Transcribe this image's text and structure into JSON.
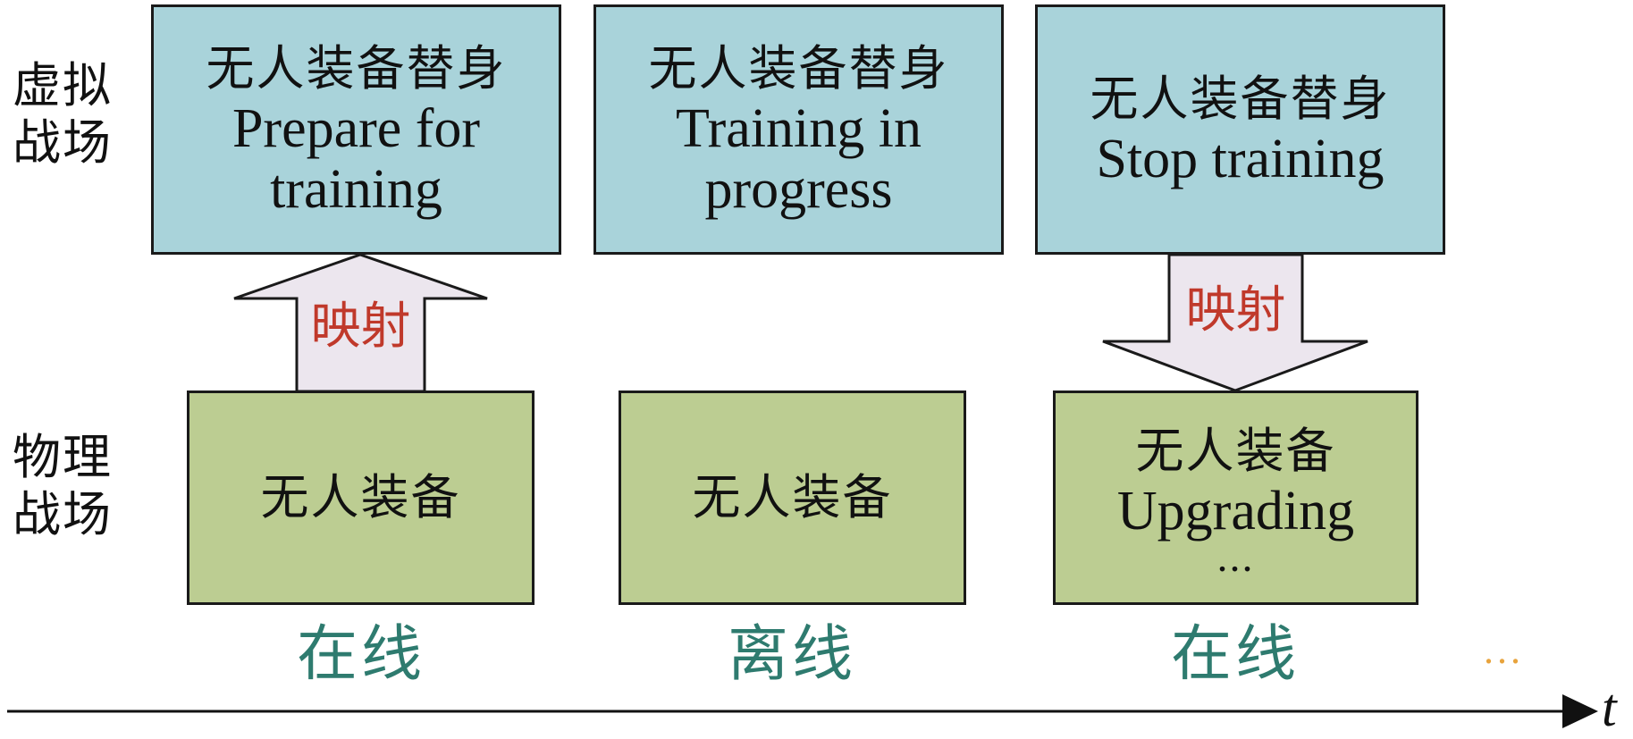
{
  "rows": {
    "virtual_label": [
      "虚拟",
      "战场"
    ],
    "physical_label": [
      "物理",
      "战场"
    ]
  },
  "columns": [
    {
      "virtual_box": {
        "cn": "无人装备替身",
        "en": [
          "Prepare for",
          "training"
        ]
      },
      "physical_box": {
        "cn": "无人装备",
        "en": [],
        "ellipsis": ""
      },
      "mapping": {
        "direction": "up",
        "label": "映射"
      },
      "status": "在线"
    },
    {
      "virtual_box": {
        "cn": "无人装备替身",
        "en": [
          "Training in",
          "progress"
        ]
      },
      "physical_box": {
        "cn": "无人装备",
        "en": [],
        "ellipsis": ""
      },
      "mapping": null,
      "status": "离线"
    },
    {
      "virtual_box": {
        "cn": "无人装备替身",
        "en": [
          "Stop training"
        ]
      },
      "physical_box": {
        "cn": "无人装备",
        "en": [
          "Upgrading"
        ],
        "ellipsis": "..."
      },
      "mapping": {
        "direction": "down",
        "label": "映射"
      },
      "status": "在线"
    }
  ],
  "continuation": "...",
  "time_axis_label": "t",
  "colors": {
    "virtual_fill": "#a9d3da",
    "physical_fill": "#bccd92",
    "arrow_fill": "#ece6ee",
    "status_text": "#2e7b6f",
    "mapping_text": "#c0392b",
    "continuation": "#e8a33c"
  }
}
